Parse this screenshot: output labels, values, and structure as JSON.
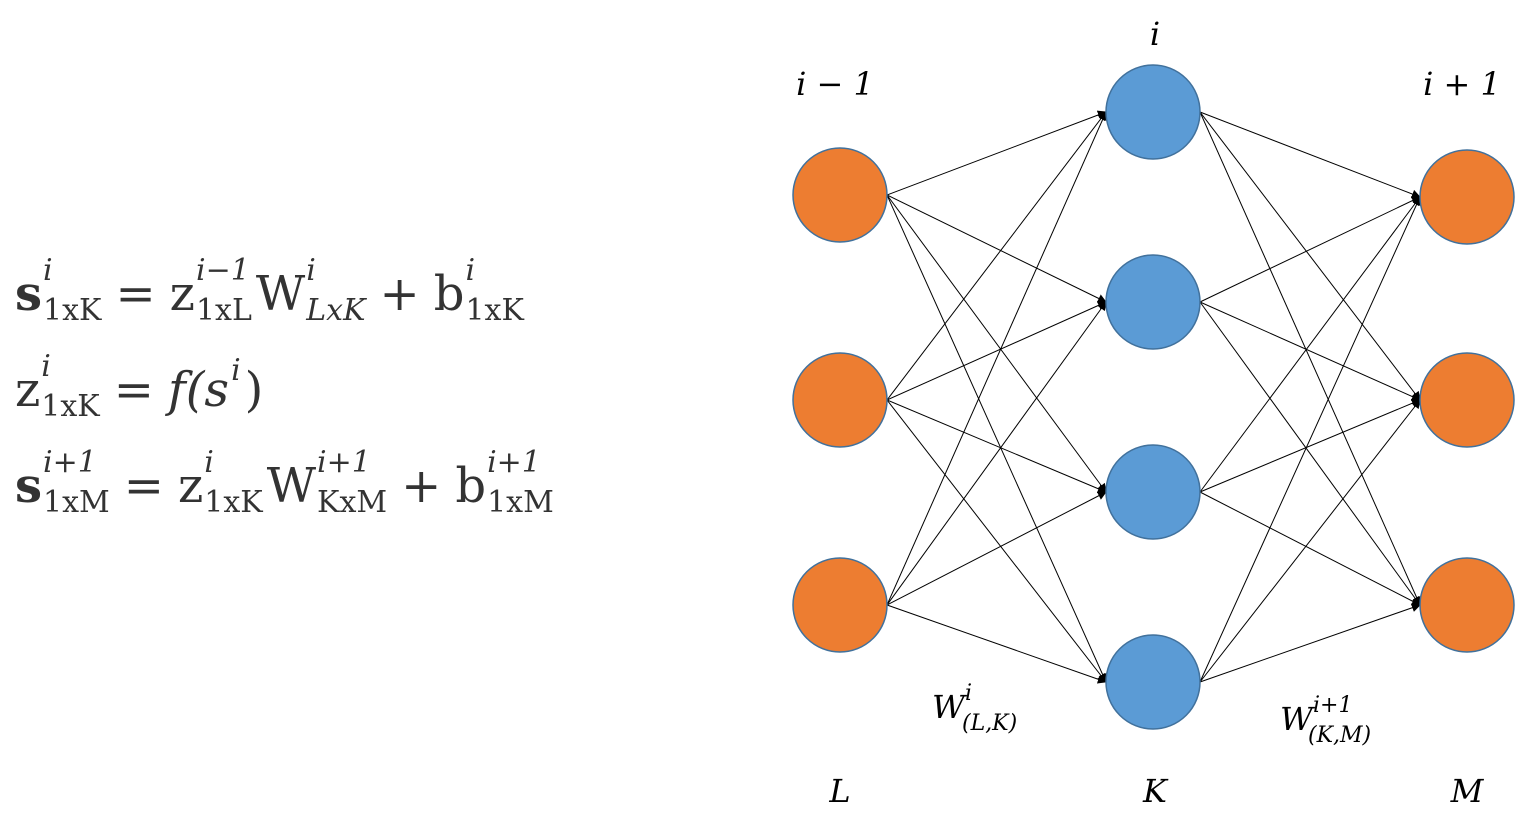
{
  "equations": [
    {
      "lhs": {
        "base": "s",
        "sup": "i",
        "sub": "1xK"
      },
      "eq": "=",
      "rhs": [
        {
          "base": "z",
          "sup": "i−1",
          "sub": "1xL"
        },
        {
          "base": "W",
          "sup": "i",
          "sub": "LxK"
        },
        {
          "op": "+"
        },
        {
          "base": "b",
          "sup": "i",
          "sub": "1xK"
        }
      ]
    },
    {
      "lhs": {
        "base": "z",
        "sup": "i",
        "sub": "1xK"
      },
      "eq": "=",
      "rhs_text": "f(s",
      "rhs_sup": "i",
      "rhs_close": ")"
    },
    {
      "lhs": {
        "base": "s",
        "sup": "i+1",
        "sub": "1xM"
      },
      "eq": "=",
      "rhs": [
        {
          "base": "z",
          "sup": "i",
          "sub": "1xK"
        },
        {
          "base": "W",
          "sup": "i+1",
          "sub": "KxM"
        },
        {
          "op": "+"
        },
        {
          "base": "b",
          "sup": "i+1",
          "sub": "1xM"
        }
      ]
    }
  ],
  "network": {
    "layers": [
      {
        "top_label": "i − 1",
        "bottom_label": "L",
        "nodes": 3,
        "color": "#ED7D31",
        "stroke": "#41719C"
      },
      {
        "top_label": "i",
        "bottom_label": "K",
        "nodes": 4,
        "color": "#5B9BD5",
        "stroke": "#41719C"
      },
      {
        "top_label": "i + 1",
        "bottom_label": "M",
        "nodes": 3,
        "color": "#ED7D31",
        "stroke": "#41719C"
      }
    ],
    "weights": [
      {
        "base": "W",
        "sup": "i",
        "sub": "(L,K)"
      },
      {
        "base": "W",
        "sup": "i+1",
        "sub": "(K,M)"
      }
    ],
    "edge_color": "#000000"
  }
}
